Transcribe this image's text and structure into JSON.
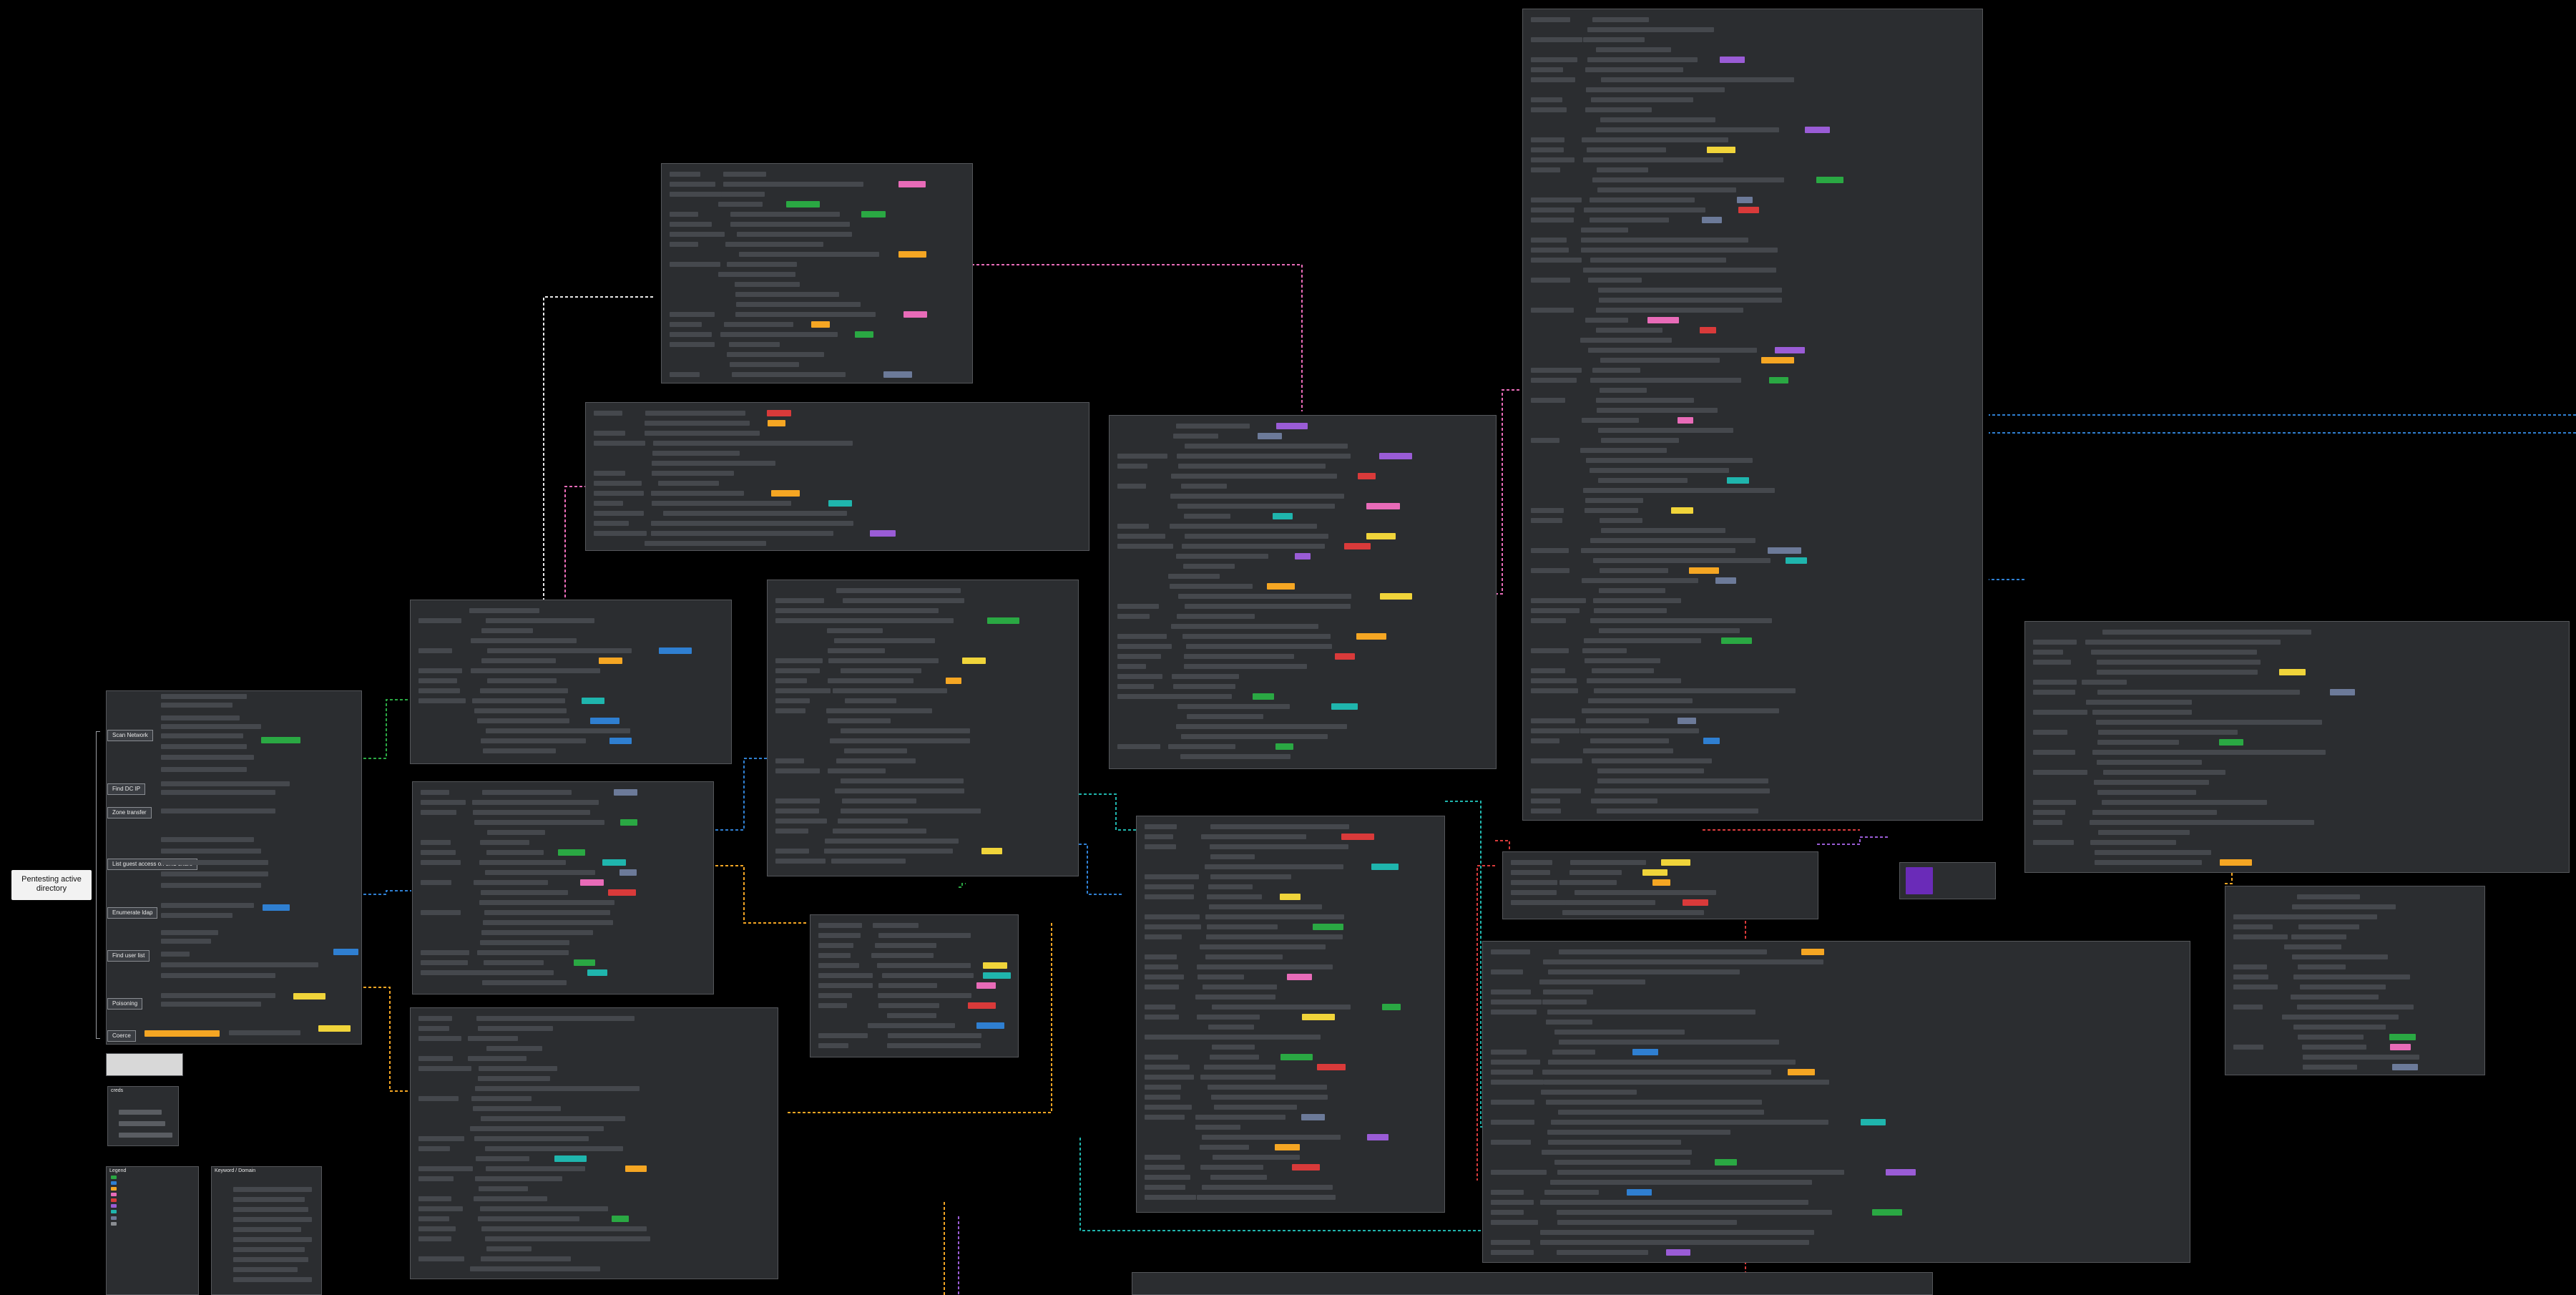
{
  "root": {
    "title": "Pentesting active directory"
  },
  "colors": {
    "background": "#000000",
    "panel": "#2b2d30",
    "green": "#2aa843",
    "blue": "#2f7fd1",
    "orange": "#f5a623",
    "yellow": "#f0d43a",
    "pink": "#e86bb8",
    "red": "#d93a3a",
    "purple": "#9a5cd6",
    "gray": "#8a8d92",
    "teal": "#1fb5ad",
    "slate": "#6c7a99"
  },
  "branches": [
    {
      "label": "Scan Network"
    },
    {
      "label": "Find DC IP"
    },
    {
      "label": "Zone transfer"
    },
    {
      "label": "List guest access on smb share"
    },
    {
      "label": "Enumerate ldap"
    },
    {
      "label": "Find user list"
    },
    {
      "label": "Poisoning"
    },
    {
      "label": "Coerce"
    }
  ],
  "legend_box": {
    "title": "Legend"
  },
  "keyword_box": {
    "title": "Keyword / Domain"
  },
  "creds_box": {
    "title": "creds"
  },
  "note_box": {
    "text": ""
  }
}
